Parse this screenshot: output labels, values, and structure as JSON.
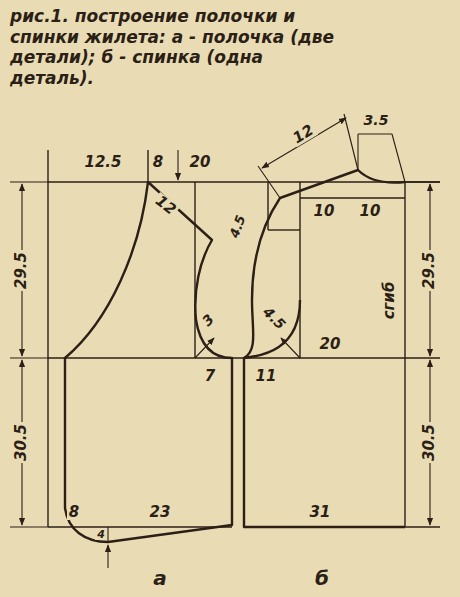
{
  "diagram": {
    "title": "рис.1. построение полочки и спинки жилета: а - полочка (две детали); б - спинка (одна деталь).",
    "labels": [
      "12.5",
      "8",
      "20",
      "12",
      "12",
      "3.5",
      "4.5",
      "10",
      "10",
      "3",
      "4.5",
      "7",
      "11",
      "20",
      "сгиб",
      "29.5",
      "29.5",
      "30.5",
      "30.5",
      "8",
      "23",
      "4",
      "31",
      "а",
      "б"
    ]
  }
}
